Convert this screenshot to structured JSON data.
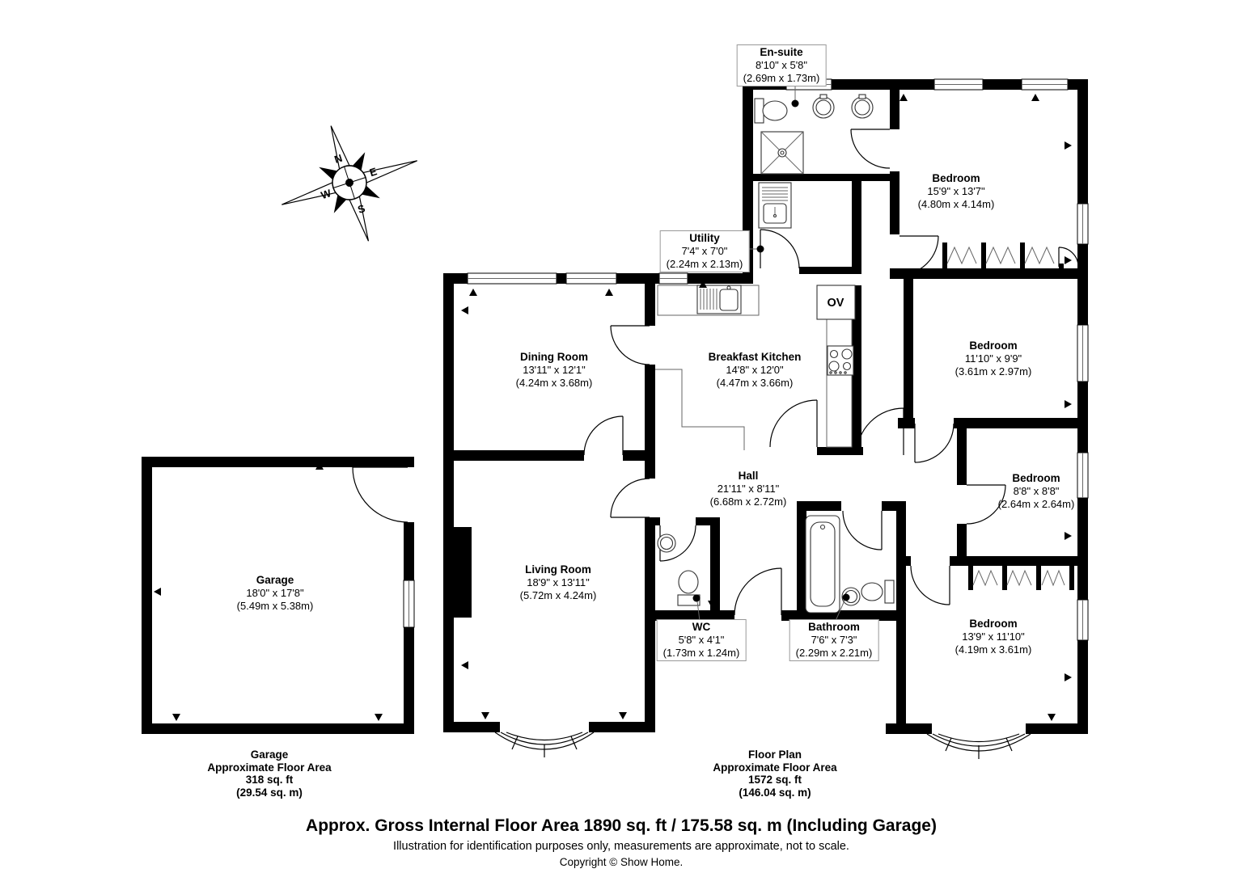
{
  "compass": {
    "n": "N",
    "e": "E",
    "s": "S",
    "w": "W"
  },
  "rooms": {
    "ensuite": {
      "name": "En-suite",
      "imperial": "8'10\" x 5'8\"",
      "metric": "(2.69m x 1.73m)"
    },
    "bedroom1": {
      "name": "Bedroom",
      "imperial": "15'9\" x 13'7\"",
      "metric": "(4.80m x 4.14m)"
    },
    "utility": {
      "name": "Utility",
      "imperial": "7'4\" x 7'0\"",
      "metric": "(2.24m x 2.13m)"
    },
    "dining": {
      "name": "Dining Room",
      "imperial": "13'11\" x 12'1\"",
      "metric": "(4.24m x 3.68m)"
    },
    "kitchen": {
      "name": "Breakfast Kitchen",
      "imperial": "14'8\" x 12'0\"",
      "metric": "(4.47m x 3.66m)"
    },
    "bedroom2": {
      "name": "Bedroom",
      "imperial": "11'10\" x 9'9\"",
      "metric": "(3.61m x 2.97m)"
    },
    "hall": {
      "name": "Hall",
      "imperial": "21'11\" x 8'11\"",
      "metric": "(6.68m x 2.72m)"
    },
    "bedroom3": {
      "name": "Bedroom",
      "imperial": "8'8\" x 8'8\"",
      "metric": "(2.64m x 2.64m)"
    },
    "garage": {
      "name": "Garage",
      "imperial": "18'0\" x 17'8\"",
      "metric": "(5.49m x 5.38m)"
    },
    "living": {
      "name": "Living Room",
      "imperial": "18'9\" x 13'11\"",
      "metric": "(5.72m x 4.24m)"
    },
    "wc": {
      "name": "WC",
      "imperial": "5'8\" x 4'1\"",
      "metric": "(1.73m x 1.24m)"
    },
    "bathroom": {
      "name": "Bathroom",
      "imperial": "7'6\" x 7'3\"",
      "metric": "(2.29m x 2.21m)"
    },
    "bedroom4": {
      "name": "Bedroom",
      "imperial": "13'9\" x 11'10\"",
      "metric": "(4.19m x 3.61m)"
    }
  },
  "appliances": {
    "oven": "OV"
  },
  "areas": {
    "garage": {
      "title": "Garage",
      "subtitle": "Approximate Floor Area",
      "sqft": "318 sq. ft",
      "sqm": "(29.54 sq. m)"
    },
    "floorplan": {
      "title": "Floor Plan",
      "subtitle": "Approximate Floor Area",
      "sqft": "1572 sq. ft",
      "sqm": "(146.04 sq. m)"
    }
  },
  "footer": {
    "total": "Approx. Gross Internal Floor Area 1890 sq. ft / 175.58 sq. m (Including Garage)",
    "disclaimer": "Illustration for identification purposes only, measurements are approximate, not to scale.",
    "copyright": "Copyright © Show Home."
  },
  "colors": {
    "wall": "#000000",
    "callout_border": "#999999",
    "background": "#ffffff"
  }
}
